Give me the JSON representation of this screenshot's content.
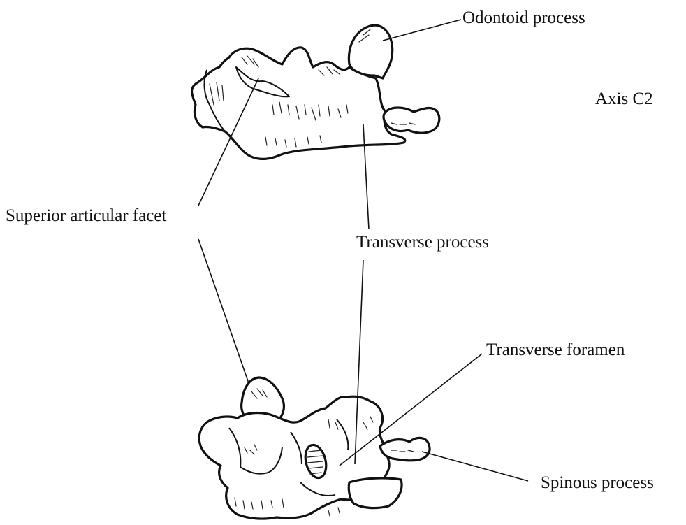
{
  "figure": {
    "title": "Axis  C2",
    "labels": {
      "odontoid_process": "Odontoid process",
      "superior_articular_facet": "Superior articular facet",
      "transverse_process": "Transverse process",
      "transverse_foramen": "Transverse foramen",
      "spinous_process": "Spinous process"
    }
  },
  "colors": {
    "ink": "#111111",
    "background": "#ffffff"
  }
}
